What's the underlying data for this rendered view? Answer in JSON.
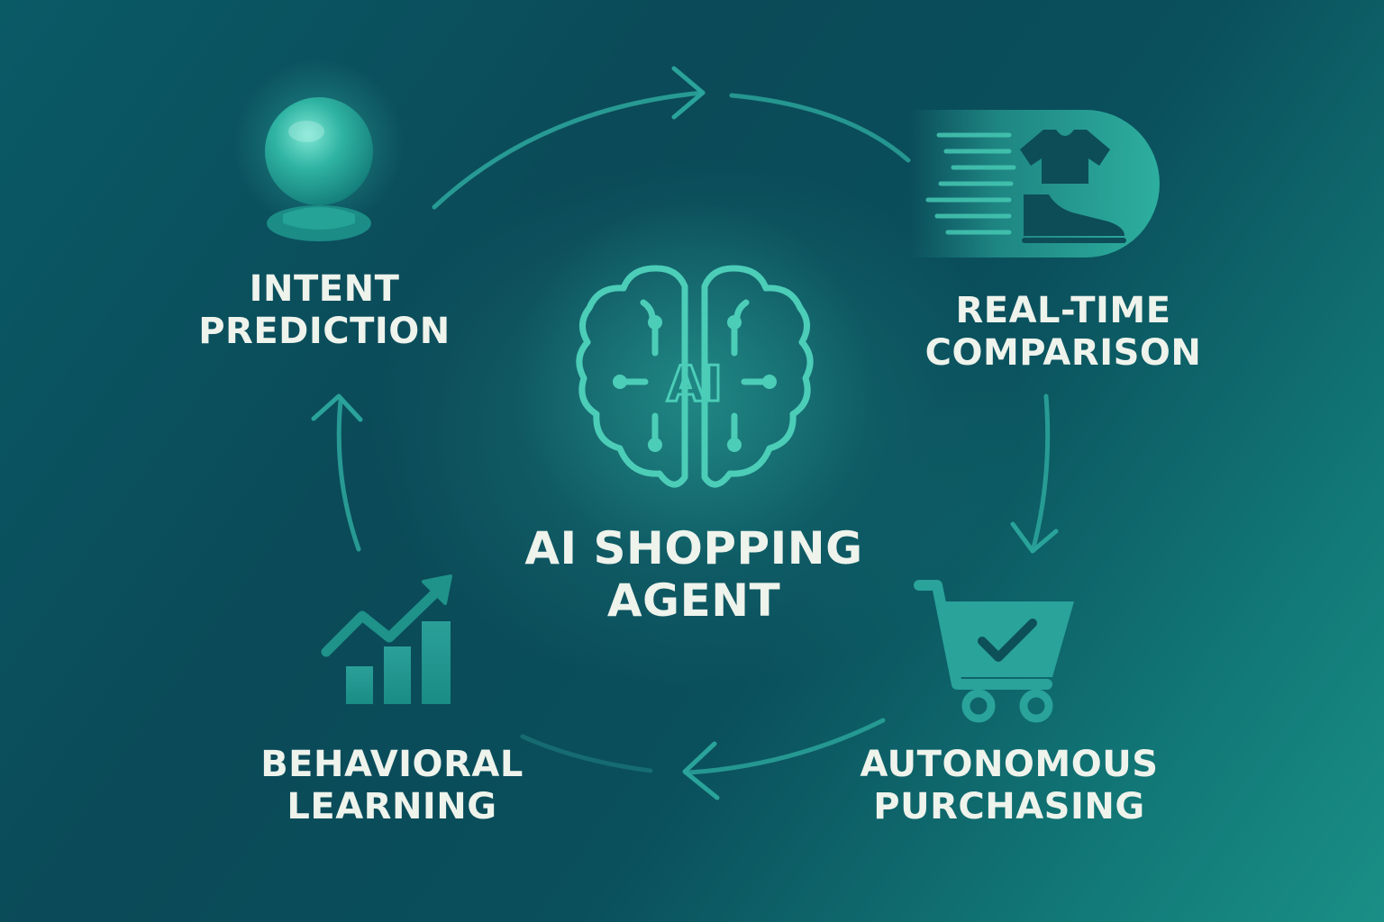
{
  "center": {
    "brain_label": "AI",
    "title_line1": "AI SHOPPING",
    "title_line2": "AGENT",
    "icon": "brain-circuit-icon"
  },
  "stages": {
    "intent": {
      "line1": "INTENT",
      "line2": "PREDICTION",
      "icon": "crystal-ball-icon"
    },
    "comparison": {
      "line1": "REAL-TIME",
      "line2": "COMPARISON",
      "icon": "apparel-comparison-icon"
    },
    "purchasing": {
      "line1": "AUTONOMOUS",
      "line2": "PURCHASING",
      "icon": "shopping-cart-check-icon"
    },
    "learning": {
      "line1": "BEHAVIORAL",
      "line2": "LEARNING",
      "icon": "growth-chart-icon"
    }
  },
  "colors": {
    "accent": "#3ec4b0",
    "accent_dark": "#1f8f86",
    "arrow": "#2aa39a",
    "text": "#eef3ec"
  }
}
